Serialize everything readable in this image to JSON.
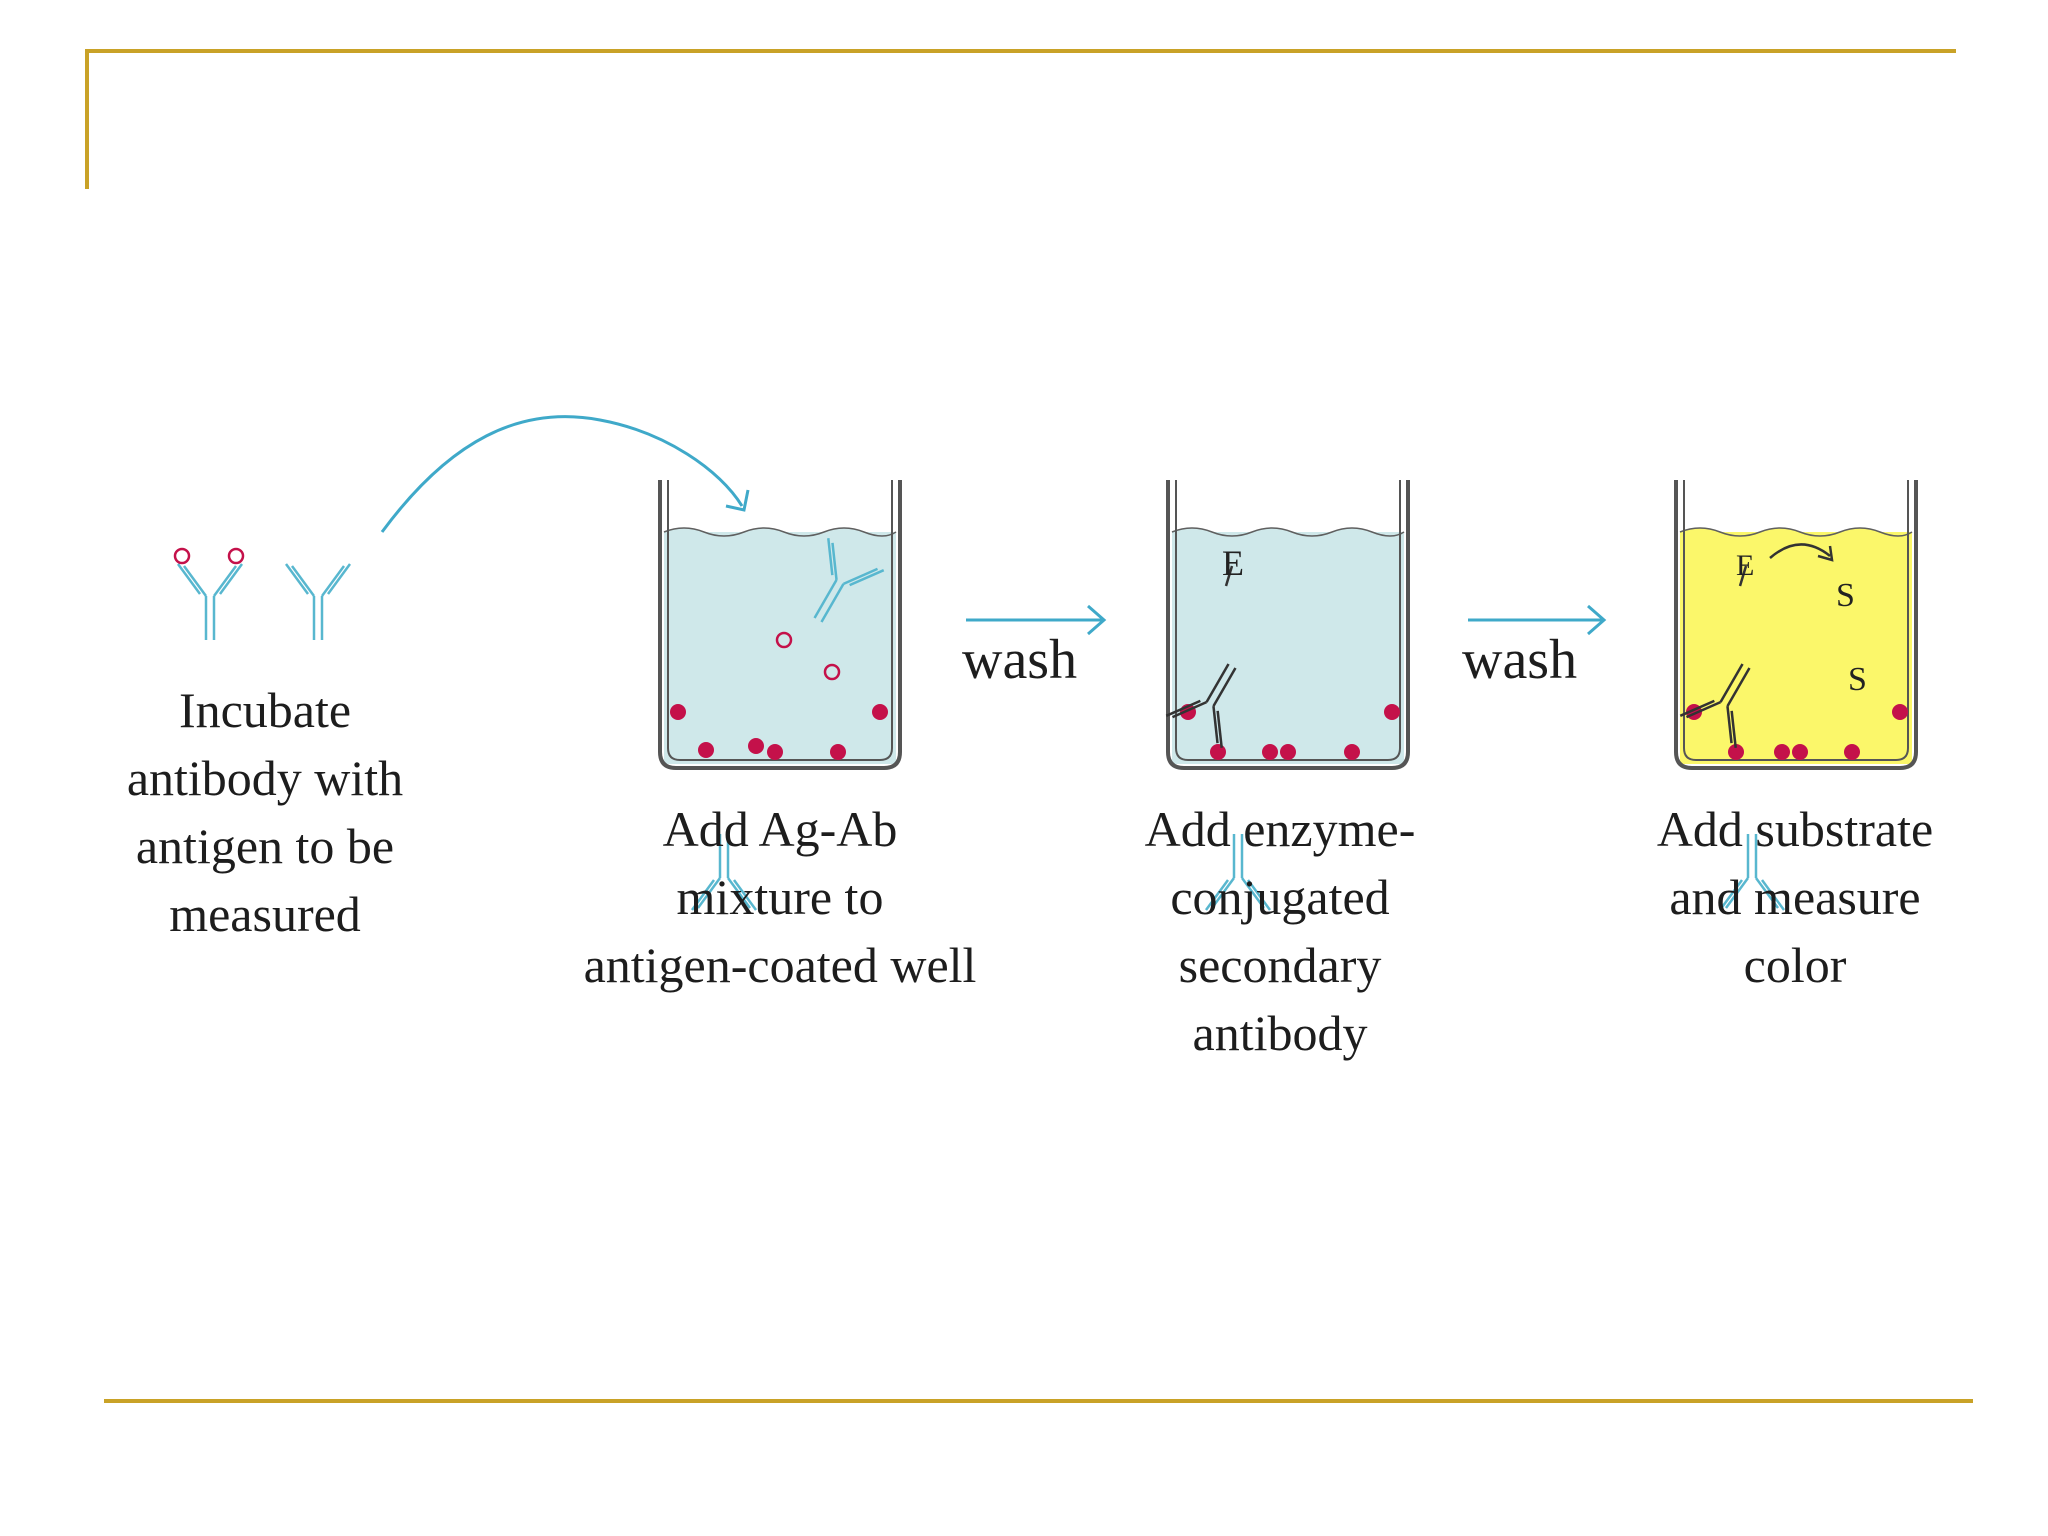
{
  "colors": {
    "frame_accent": "#c9a227",
    "well_liquid": "#cfe8ea",
    "substrate_liquid": "#fbf76a",
    "antibody": "#58b7cf",
    "antigen": "#c4114a",
    "arrow": "#3fa9c9",
    "secondary_antibody": "#333333"
  },
  "steps": {
    "step1": "Incubate\nantibody with\nantigen to be\nmeasured",
    "step2": "Add Ag-Ab\nmixture to\nantigen-coated well",
    "step3": "Add enzyme-\nconjugated\nsecondary\nantibody",
    "step4": "Add substrate\nand measure\ncolor"
  },
  "wash_labels": [
    "wash",
    "wash"
  ],
  "annotations": {
    "enzyme": "E",
    "substrate": "S"
  },
  "icons": [
    "antibody-icon",
    "antigen-icon",
    "well-icon",
    "curved-arrow-icon",
    "right-arrow-icon",
    "enzyme-conjugate-icon"
  ]
}
